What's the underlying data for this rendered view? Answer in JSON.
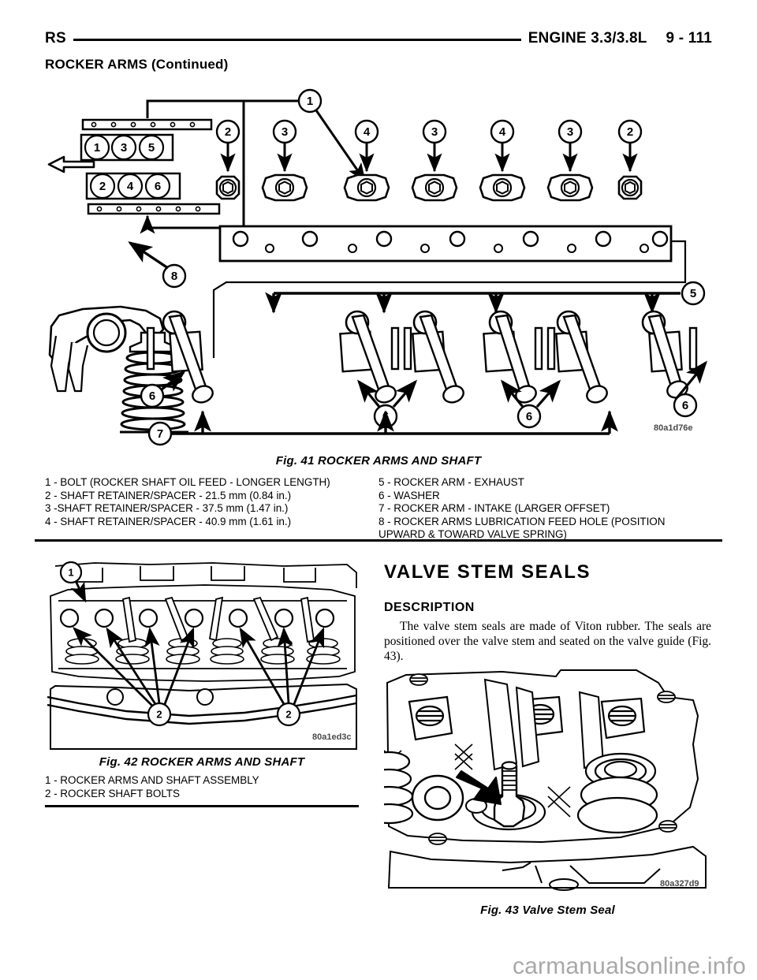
{
  "header": {
    "left": "RS",
    "right": "ENGINE 3.3/3.8L",
    "page": "9 - 111",
    "continued": "ROCKER ARMS (Continued)"
  },
  "fig41": {
    "caption": "Fig. 41 ROCKER ARMS AND SHAFT",
    "image_code": "80a1d76e",
    "legend_left": [
      "1 - BOLT (ROCKER SHAFT OIL FEED - LONGER LENGTH)",
      "2 - SHAFT RETAINER/SPACER - 21.5 mm (0.84 in.)",
      "3 -SHAFT RETAINER/SPACER - 37.5 mm (1.47 in.)",
      "4 - SHAFT RETAINER/SPACER - 40.9 mm (1.61 in.)"
    ],
    "legend_right": [
      "5 - ROCKER ARM - EXHAUST",
      "6 - WASHER",
      "7 - ROCKER ARM - INTAKE (LARGER OFFSET)",
      "8 - ROCKER ARMS LUBRICATION FEED HOLE (POSITION\nUPWARD & TOWARD VALVE SPRING)"
    ],
    "cylinder_diagram": {
      "top_row": [
        "1",
        "3",
        "5"
      ],
      "bottom_row": [
        "2",
        "4",
        "6"
      ]
    },
    "bolt_callouts": [
      "2",
      "3",
      "4",
      "3",
      "4",
      "3",
      "2"
    ],
    "callouts": [
      "1",
      "2",
      "3",
      "4",
      "5",
      "6",
      "7",
      "8"
    ]
  },
  "fig42": {
    "caption": "Fig. 42 ROCKER ARMS AND SHAFT",
    "image_code": "80a1ed3c",
    "legend": [
      "1 - ROCKER ARMS AND SHAFT ASSEMBLY",
      "2 - ROCKER SHAFT BOLTS"
    ],
    "callouts": [
      "1",
      "2",
      "2"
    ]
  },
  "fig43": {
    "caption": "Fig. 43 Valve Stem Seal",
    "image_code": "80a327d9"
  },
  "section": {
    "title": "VALVE STEM SEALS",
    "subsection": "DESCRIPTION",
    "body": "The valve stem seals are made of Viton rubber. The seals are positioned over the valve stem and seated on the valve guide (Fig. 43)."
  },
  "watermark": "carmanualsonline.info",
  "colors": {
    "ink": "#000000",
    "watermark": "#a8a8a8",
    "image_code": "#4a4a4a"
  }
}
